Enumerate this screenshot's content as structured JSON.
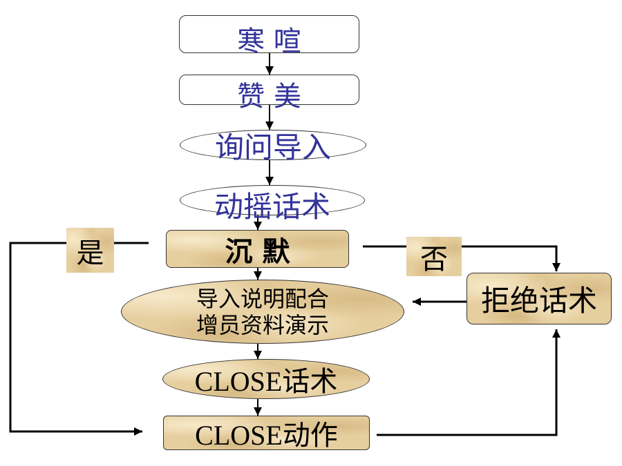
{
  "diagram": {
    "nodes": {
      "greeting": "寒 喧",
      "praise": "赞 美",
      "inquiry": "询问导入",
      "persuasion": "动摇话术",
      "silence": "沉 默",
      "presentation": [
        "导入说明配合",
        "增员资料演示"
      ],
      "close_script": "CLOSE话术",
      "close_action": "CLOSE动作",
      "rejection": "拒绝话术"
    },
    "branch_labels": {
      "yes": "是",
      "no": "否"
    }
  },
  "colors": {
    "label_blue": "#33339a",
    "parchment": "#e6cf9f",
    "outline": "#333333",
    "connector": "#000000"
  }
}
